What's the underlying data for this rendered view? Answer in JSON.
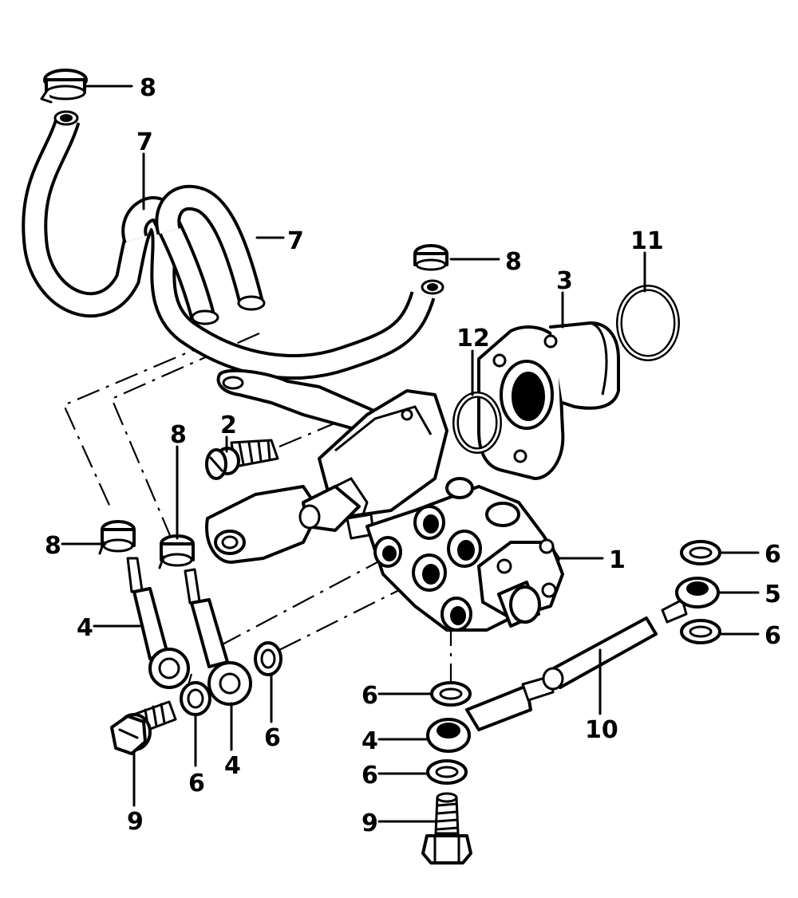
{
  "callouts": {
    "c1": "1",
    "c2": "2",
    "c3": "3",
    "c4a": "4",
    "c4b": "4",
    "c4c": "4",
    "c5": "5",
    "c6a": "6",
    "c6b": "6",
    "c6c": "6",
    "c6d": "6",
    "c6e": "6",
    "c6f": "6",
    "c7a": "7",
    "c7b": "7",
    "c8a": "8",
    "c8b": "8",
    "c8c": "8",
    "c8d": "8",
    "c9a": "9",
    "c9b": "9",
    "c10": "10",
    "c11": "11",
    "c12": "12"
  },
  "colors": {
    "ink": "#000000",
    "paper": "#ffffff"
  }
}
